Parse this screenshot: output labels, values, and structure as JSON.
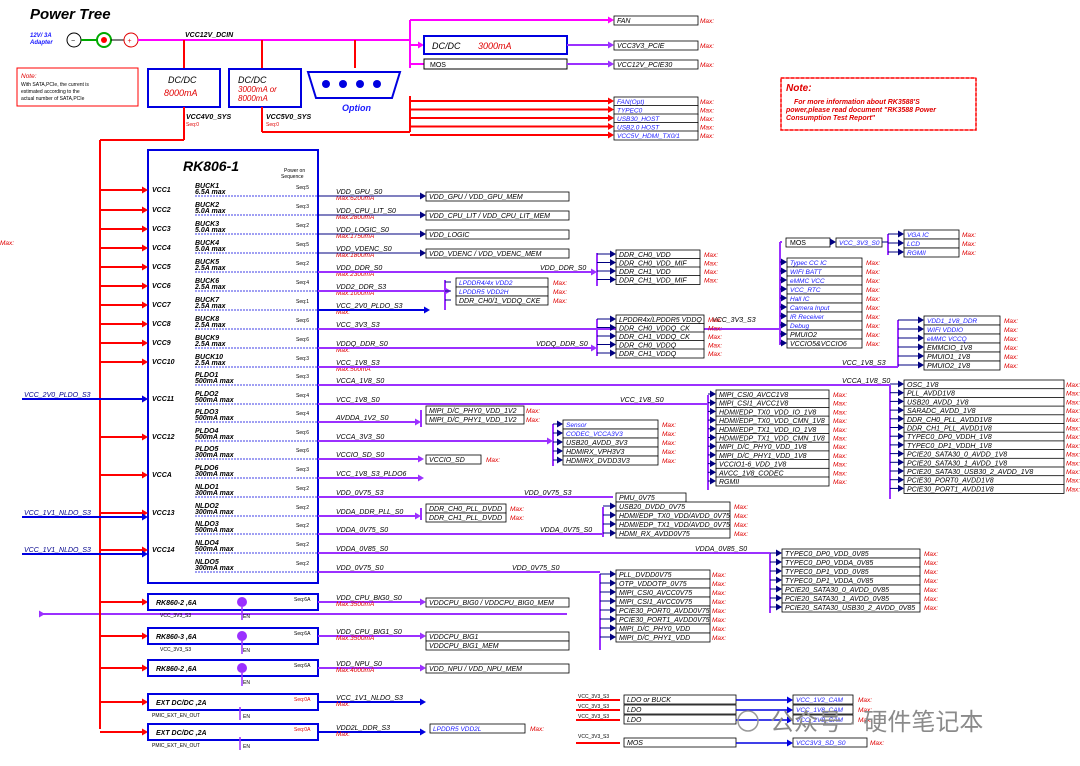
{
  "title": "Power Tree",
  "adapter": {
    "label1": "12V/ 3A",
    "label2": "Adapter"
  },
  "rails": {
    "vcc12v_dcin": "VCC12V_DCIN",
    "vcc4v0_sys": "VCC4V0_SYS",
    "vcc5v0_sys": "VCC5V0_SYS",
    "seq0": "Seq:0",
    "option": "Option"
  },
  "note_left": {
    "title": "Note:",
    "line1": "With SATA,PCIe, the current is",
    "line2": "estimated according to the",
    "line3": "actual number of SATA,PCIe"
  },
  "note_right": {
    "title": "Note:",
    "line1": "For more information about RK3588'S",
    "line2": "power,please read document \"RK3588 Power",
    "line3": "Consumption Test Report\""
  },
  "dcdc1": {
    "name": "DC/DC",
    "current": "8000mA"
  },
  "dcdc2": {
    "name": "DC/DC",
    "current1": "3000mA or",
    "current2": "8000mA"
  },
  "dcdc3": {
    "name": "DC/DC",
    "current": "3000mA"
  },
  "mos_top": "MOS",
  "max": "Max:",
  "top_loads": {
    "fan": "FAN",
    "vcc3v3_pcie": "VCC3V3_PCIE",
    "vcc12v_pcie30": "VCC12V_PCIE30"
  },
  "sys_loads": [
    "FAN(Opt)",
    "TYPEC0",
    "USB30_HOST",
    "USB2.0 HOST",
    "VCC5V_HDMI_TX0/1"
  ],
  "pmic": {
    "name": "RK806-1",
    "seq_title1": "Power on",
    "seq_title2": "Sequence"
  },
  "pmic_inputs": [
    "VCC1",
    "VCC2",
    "VCC3",
    "VCC4",
    "VCC5",
    "VCC6",
    "VCC7",
    "VCC8",
    "VCC9",
    "VCC10",
    "VCC11",
    "VCC12",
    "VCCA",
    "VCC13",
    "VCC14"
  ],
  "ext_inputs": {
    "vcc_2v0_pldo_s3": "VCC_2V0_PLDO_S3",
    "vcc_1v1_nldo_s3_a": "VCC_1V1_NLDO_S3",
    "vcc_1v1_nldo_s3_b": "VCC_1V1_NLDO_S3"
  },
  "regs": [
    {
      "name": "BUCK1",
      "cur": "6.5A max",
      "seq": "Seq:5",
      "out": "VDD_GPU_S0",
      "max": "Max:6200mA",
      "load": "VDD_GPU     / VDD_GPU_MEM"
    },
    {
      "name": "BUCK2",
      "cur": "5.0A max",
      "seq": "Seq:3",
      "out": "VDD_CPU_LIT_S0",
      "max": "Max:2800mA",
      "load": "VDD_CPU_LIT   / VDD_CPU_LIT_MEM"
    },
    {
      "name": "BUCK3",
      "cur": "5.0A max",
      "seq": "Seq:2",
      "out": "VDD_LOGIC_S0",
      "max": "Max:1750mA",
      "load": "VDD_LOGIC"
    },
    {
      "name": "BUCK4",
      "cur": "5.0A max",
      "seq": "Seq:5",
      "out": "VDD_VDENC_S0",
      "max": "Max:1800mA",
      "load": "VDD_VDENC   / VDD_VDENC_MEM"
    },
    {
      "name": "BUCK5",
      "cur": "2.5A max",
      "seq": "Seq:2",
      "out": "VDD_DDR_S0",
      "max": "Max:2300mA",
      "load": ""
    },
    {
      "name": "BUCK6",
      "cur": "2.5A max",
      "seq": "Seq:4",
      "out": "VDD2_DDR_S3",
      "max": "Max:1000mA",
      "load": ""
    },
    {
      "name": "BUCK7",
      "cur": "2.5A max",
      "seq": "Seq:1",
      "out": "VCC_2V0_PLDO_S3",
      "max": "Max:",
      "load": ""
    },
    {
      "name": "BUCK8",
      "cur": "2.5A max",
      "seq": "Seq:6",
      "out": "VCC_3V3_S3",
      "max": "",
      "load": ""
    },
    {
      "name": "BUCK9",
      "cur": "2.5A max",
      "seq": "Seq:6",
      "out": "VDDQ_DDR_S0",
      "max": "Max:",
      "load": ""
    },
    {
      "name": "BUCK10",
      "cur": "2.5A max",
      "seq": "Seq:3",
      "out": "VCC_1V8_S3",
      "max": "Max:500mA",
      "load": ""
    },
    {
      "name": "PLDO1",
      "cur": "500mA max",
      "seq": "Seq:3",
      "out": "VCCA_1V8_S0",
      "max": "",
      "load": ""
    },
    {
      "name": "PLDO2",
      "cur": "500mA max",
      "seq": "Seq:4",
      "out": "VCC_1V8_S0",
      "max": "",
      "load": ""
    },
    {
      "name": "PLDO3",
      "cur": "500mA max",
      "seq": "Seq:4",
      "out": "AVDDA_1V2_S0",
      "max": "",
      "load": ""
    },
    {
      "name": "PLDO4",
      "cur": "500mA max",
      "seq": "Seq:6",
      "out": "VCCA_3V3_S0",
      "max": "",
      "load": ""
    },
    {
      "name": "PLDO5",
      "cur": "300mA max",
      "seq": "Seq:6",
      "out": "VCCIO_SD_S0",
      "max": "",
      "load": ""
    },
    {
      "name": "PLDO6",
      "cur": "300mA max",
      "seq": "Seq:3",
      "out": "VCC_1V8_S3_PLDO6",
      "max": "",
      "load": ""
    },
    {
      "name": "NLDO1",
      "cur": "300mA max",
      "seq": "Seq:2",
      "out": "VDD_0V75_S3",
      "max": "",
      "load": ""
    },
    {
      "name": "NLDO2",
      "cur": "300mA max",
      "seq": "Seq:2",
      "out": "VDDA_DDR_PLL_S0",
      "max": "",
      "load": ""
    },
    {
      "name": "NLDO3",
      "cur": "500mA max",
      "seq": "Seq:2",
      "out": "VDDA_0V75_S0",
      "max": "",
      "load": ""
    },
    {
      "name": "NLDO4",
      "cur": "500mA max",
      "seq": "Seq:2",
      "out": "VDDA_0V85_S0",
      "max": "",
      "load": ""
    },
    {
      "name": "NLDO5",
      "cur": "300mA max",
      "seq": "Seq:2",
      "out": "VDD_0V75_S0",
      "max": "",
      "load": ""
    }
  ],
  "ddr_vdd": {
    "rail": "VDD_DDR_S0",
    "loads": [
      "DDR_CH0_VDD",
      "DDR_CH0_VDD_MIF",
      "DDR_CH1_VDD",
      "DDR_CH1_VDD_MIF"
    ]
  },
  "vdd2_loads": [
    "LPDDR4/4x VDD2",
    "LPDDR5 VDD2H",
    "DDR_CH0/1_VDDQ_CKE"
  ],
  "vddq": {
    "rail": "VDDQ_DDR_S0",
    "loads": [
      "LPDDR4x/LPDDR5 VDDQ",
      "DDR_CH0_VDDQ_CK",
      "DDR_CH1_VDDQ_CK",
      "DDR_CH0_VDDQ",
      "DDR_CH1_VDDQ"
    ]
  },
  "v33s3": {
    "rail": "VCC_3V3_S3",
    "mos": "MOS",
    "mos_out": "VCC_3V3_S0",
    "mos_loads": [
      "VGA IC",
      "LCD",
      "RGMII"
    ],
    "loads": [
      "Typec CC IC",
      "WIFI BATT",
      "eMMC VCC",
      "VCC_RTC",
      "Hall IC",
      "Camera Input",
      "IR Receiver",
      "Debug",
      "PMUIO2",
      "VCCIO5&VCCIO6"
    ]
  },
  "v18s3": {
    "rail": "VCC_1V8_S3",
    "loads": [
      "VDD1_1V8_DDR",
      "WIFI VDDIO",
      "eMMC VCCQ",
      "EMMCIO_1V8",
      "PMUIO1_1V8",
      "PMUIO2_1V8"
    ]
  },
  "vcca18": {
    "rail": "VCCA_1V8_S0",
    "loads": [
      "OSC_1V8",
      "PLL_AVDD1V8",
      "USB20_AVDD_1V8",
      "SARADC_AVDD_1V8",
      "DDR_CH0_PLL_AVDD1V8",
      "DDR_CH1_PLL_AVDD1V8",
      "TYPEC0_DP0_VDDH_1V8",
      "TYPEC0_DP1_VDDH_1V8",
      "PCIE20_SATA30_0_AVDD_1V8",
      "PCIE20_SATA30_1_AVDD_1V8",
      "PCIE20_SATA30_USB30_2_AVDD_1V8",
      "PCIE30_PORT0_AVDD1V8",
      "PCIE30_PORT1_AVDD1V8"
    ]
  },
  "v18s0": {
    "rail": "VCC_1V8_S0",
    "loads": [
      "MIPI_CSI0_AVCC1V8",
      "MIPI_CSI1_AVCC1V8",
      "HDMI/EDP_TX0_VDD_IO_1V8",
      "HDMI/EDP_TX0_VDD_CMN_1V8",
      "HDMI/EDP_TX1_VDD_IO_1V8",
      "HDMI/EDP_TX1_VDD_CMN_1V8",
      "MIPI_D/C_PHY0_VDD_1V8",
      "MIPI_D/C_PHY1_VDD_1V8",
      "VCCIO1-6_VDD_1V8",
      "AVCC_1V8_CODEC",
      "RGMII"
    ]
  },
  "avdda12_loads": [
    "MIPI_D/C_PHY0_VDD_1V2",
    "MIPI_D/C_PHY1_VDD_1V2"
  ],
  "vcca33_loads": [
    "Sensor",
    "CODEC_VCCA3V3",
    "USB20_AVDD_3V3",
    "HDMIRX_VPH3V3",
    "HDMIRX_DVDD3V3"
  ],
  "vccio_sd_load": "VCCIO_SD",
  "v075s3": {
    "rail": "VDD_0V75_S3",
    "loads": [
      "PMU_0V75"
    ]
  },
  "ddrpll_loads": [
    "DDR_CH0_PLL_DVDD",
    "DDR_CH1_PLL_DVDD"
  ],
  "vdda075": {
    "rail": "VDDA_0V75_S0",
    "loads": [
      "USB20_DVDD_0V75",
      "HDMI/EDP_TX0_VDD/AVDD_0V75",
      "HDMI/EDP_TX1_VDD/AVDD_0V75",
      "HDMI_RX_AVDD0V75"
    ]
  },
  "vdda085": {
    "rail": "VDDA_0V85_S0",
    "loads": [
      "TYPEC0_DP0_VDD_0V85",
      "TYPEC0_DP0_VDDA_0V85",
      "TYPEC0_DP1_VDD_0V85",
      "TYPEC0_DP1_VDDA_0V85",
      "PCIE20_SATA30_0_AVDD_0V85",
      "PCIE20_SATA30_1_AVDD_0V85",
      "PCIE20_SATA30_USB30_2_AVDD_0V85"
    ]
  },
  "vdd075s0": {
    "rail": "VDD_0V75_S0",
    "loads": [
      "PLL_DVDD0V75",
      "OTP_VDDOTP_0V75",
      "MIPI_CSI0_AVCC0V75",
      "MIPI_CSI1_AVCC0V75",
      "PCIE30_PORT0_AVDD0V75",
      "PCIE30_PORT1_AVDD0V75",
      "MIPI_D/C_PHY0_VDD",
      "MIPI_D/C_PHY1_VDD"
    ]
  },
  "rk860": [
    {
      "name": "RK860-2 ,6A",
      "seq": "Seq:6A",
      "in": "VCC_3V3_S3",
      "en": "EN",
      "out": "VDD_CPU_BIG0_S0",
      "max": "Max:3500mA",
      "loads": [
        "VDDCPU_BIG0 / VDDCPU_BIG0_MEM"
      ]
    },
    {
      "name": "RK860-3 ,6A",
      "seq": "Seq:6A",
      "in": "VCC_3V3_S3",
      "en": "EN",
      "out": "VDD_CPU_BIG1_S0",
      "max": "Max:3500mA",
      "loads": [
        "VDDCPU_BIG1",
        "VDDCPU_BIG1_MEM"
      ]
    },
    {
      "name": "RK860-2 ,6A",
      "seq": "Seq:6A",
      "in": "",
      "en": "EN",
      "out": "VDD_NPU_S0",
      "max": "Max:4000mA",
      "loads": [
        "VDD_NPU  / VDD_NPU_MEM"
      ]
    }
  ],
  "ext": [
    {
      "name": "EXT DC/DC ,2A",
      "seq": "Seq:0A",
      "in": "PMIC_EXT_EN_OUT",
      "en": "EN",
      "out": "VCC_1V1_NLDO_S3",
      "max": "Max:"
    },
    {
      "name": "EXT DC/DC ,2A",
      "seq": "Seq:0A",
      "in": "PMIC_EXT_EN_OUT",
      "en": "EN",
      "out": "VDD2L_DDR_S3",
      "max": "Max:",
      "load": "LPDDR5 VDD2L"
    }
  ],
  "ldo_block": {
    "in": "VCC_3V3_S3",
    "items": [
      "LDO or BUCK",
      "LDO",
      "LDO"
    ],
    "outs": [
      "VCC_1V2_CAM",
      "VCC_1V8_CAM",
      "VCC_2V8_CAM"
    ]
  },
  "mos_block": {
    "in": "VCC_3V3_S3",
    "name": "MOS",
    "out": "VCC3V3_SD_S0"
  },
  "watermark": "公众号 · 硬件笔记本"
}
